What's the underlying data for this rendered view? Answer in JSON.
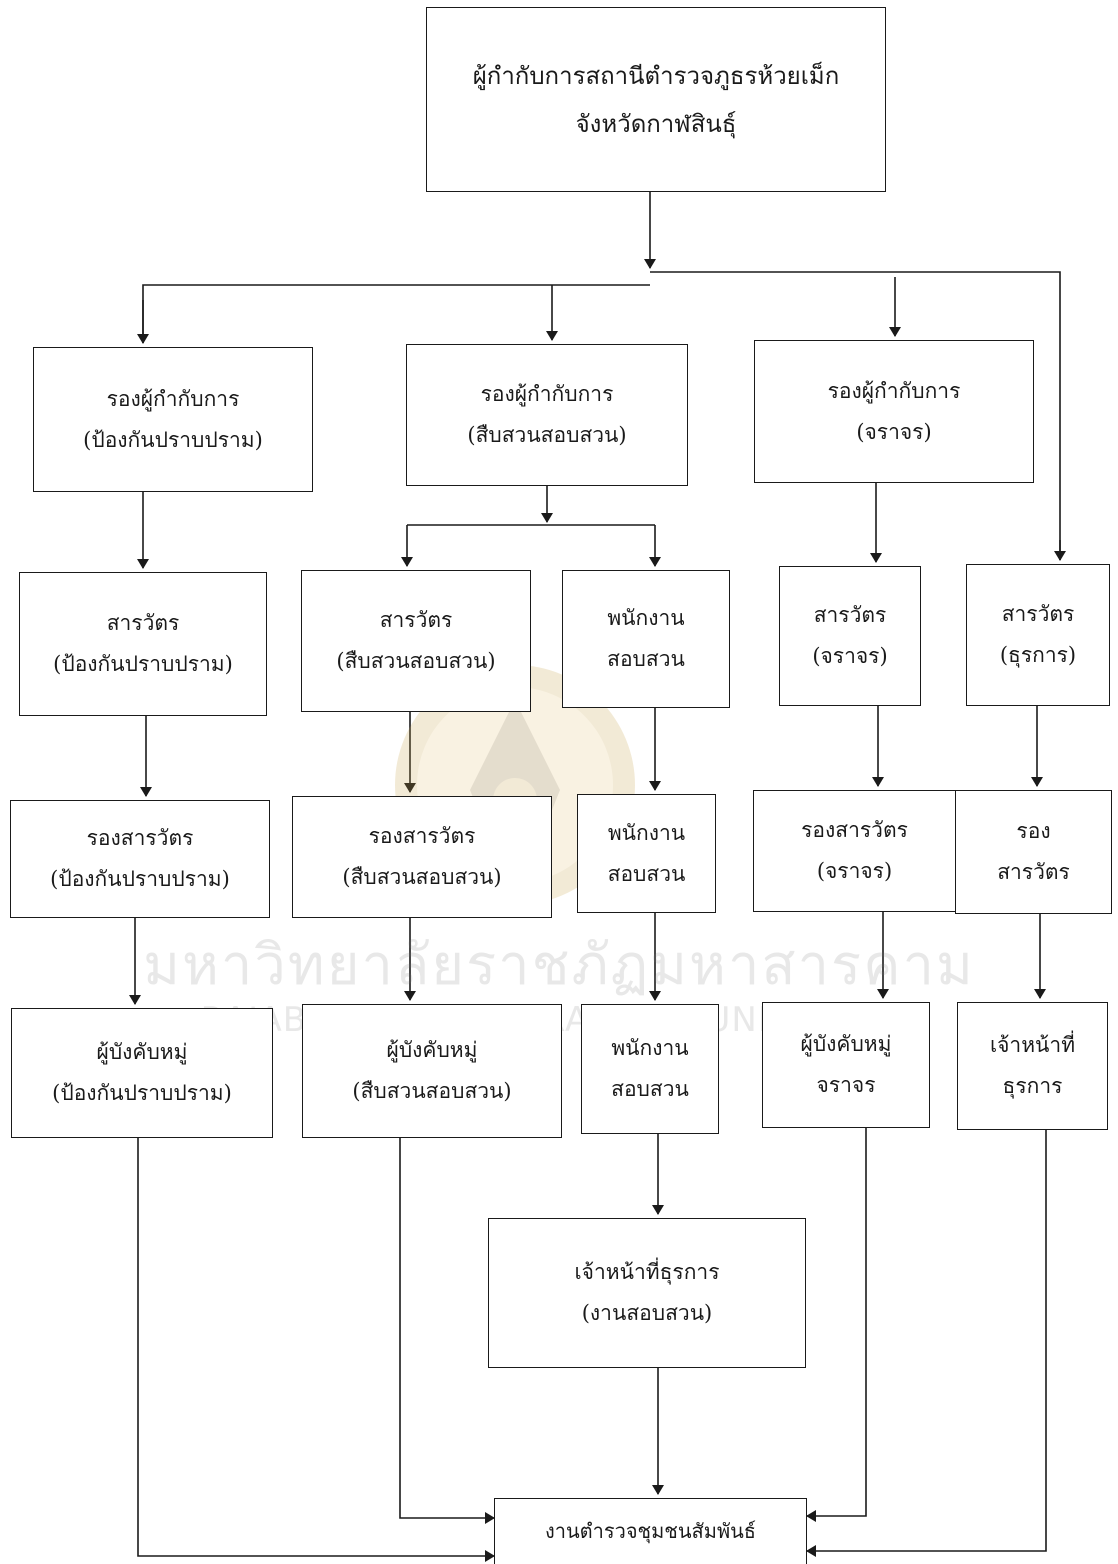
{
  "diagram": {
    "nodes": {
      "chief": {
        "line1": "ผู้กำกับการสถานีตำรวจภูธรห้วยเม็ก",
        "line2": "จังหวัดกาฬสินธุ์"
      },
      "dep_prev": {
        "line1": "รองผู้กำกับการ",
        "line2": "(ป้องกันปราบปราม)"
      },
      "dep_inv": {
        "line1": "รองผู้กำกับการ",
        "line2": "(สืบสวนสอบสวน)"
      },
      "dep_traf": {
        "line1": "รองผู้กำกับการ",
        "line2": "(จราจร)"
      },
      "ins_prev": {
        "line1": "สารวัตร",
        "line2": "(ป้องกันปราบปราม)"
      },
      "ins_inv": {
        "line1": "สารวัตร",
        "line2": "(สืบสวนสอบสวน)"
      },
      "inq_1": {
        "line1": "พนักงาน",
        "line2": "สอบสวน"
      },
      "ins_traf": {
        "line1": "สารวัตร",
        "line2": "(จราจร)"
      },
      "ins_adm": {
        "line1": "สารวัตร",
        "line2": "(ธุรการ)"
      },
      "dins_prev": {
        "line1": "รองสารวัตร",
        "line2": "(ป้องกันปราบปราม)"
      },
      "dins_inv": {
        "line1": "รองสารวัตร",
        "line2": "(สืบสวนสอบสวน)"
      },
      "inq_2": {
        "line1": "พนักงาน",
        "line2": "สอบสวน"
      },
      "dins_traf": {
        "line1": "รองสารวัตร",
        "line2": "(จราจร)"
      },
      "dins_adm": {
        "line1": "รอง",
        "line2": "สารวัตร"
      },
      "sq_prev": {
        "line1": "ผู้บังคับหมู่",
        "line2": "(ป้องกันปราบปราม)"
      },
      "sq_inv": {
        "line1": "ผู้บังคับหมู่",
        "line2": "(สืบสวนสอบสวน)"
      },
      "inq_3": {
        "line1": "พนักงาน",
        "line2": "สอบสวน"
      },
      "sq_traf": {
        "line1": "ผู้บังคับหมู่",
        "line2": "จราจร"
      },
      "off_adm": {
        "line1": "เจ้าหน้าที่",
        "line2": "ธุรการ"
      },
      "off_inq": {
        "line1": "เจ้าหน้าที่ธุรการ",
        "line2": "(งานสอบสวน)"
      },
      "community": {
        "line1": "งานตำรวจชุมชนสัมพันธ์"
      }
    }
  },
  "watermark": {
    "thai": "มหาวิทยาลัยราชภัฏมหาสารคาม",
    "english": "RAJABHAT MAHASARAKHAM UNIVERSITY"
  },
  "colors": {
    "line": "#1a1a1a",
    "watermark": "#c9a24a"
  }
}
